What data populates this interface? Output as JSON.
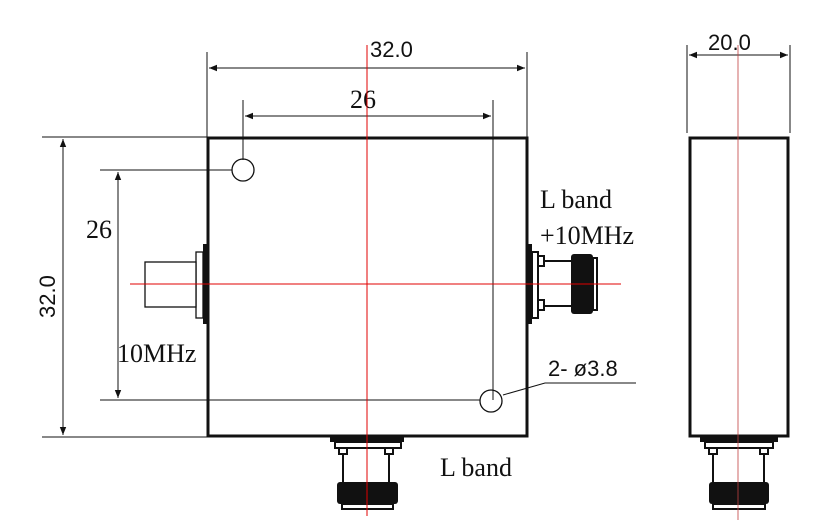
{
  "dimensions": {
    "front_width": "32.0",
    "front_height": "32.0",
    "hole_spacing_horizontal": "26",
    "hole_spacing_vertical": "26",
    "side_depth": "20.0",
    "holes": "2- ø3.8"
  },
  "labels": {
    "right_port_line1": "L band",
    "right_port_line2": "+10MHz",
    "left_port": "10MHz",
    "bottom_port": "L band"
  },
  "colors": {
    "centerline": "#e00000",
    "outline": "#111111"
  }
}
